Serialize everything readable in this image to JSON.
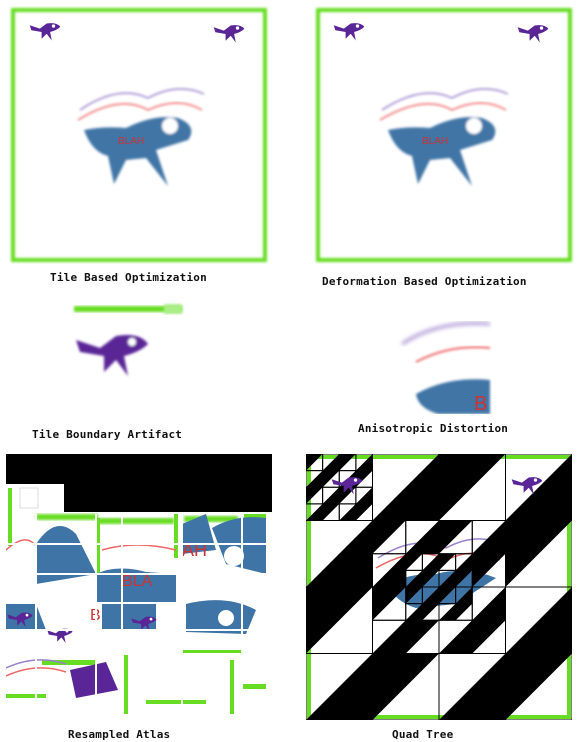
{
  "captions": {
    "tile_based": "Tile Based Optimization",
    "deformation_based": "Deformation Based Optimization",
    "tile_boundary": "Tile Boundary Artifact",
    "anisotropic": "Anisotropic Distortion",
    "resampled_atlas": "Resampled Atlas",
    "quad_tree": "Quad Tree"
  },
  "texture_text": "BLAH",
  "colors": {
    "border_green": "#66dd22",
    "fish_blue": "#3f74a6",
    "bird_purple": "#5a2596",
    "stroke_red": "#ee6666",
    "stroke_purple": "#9a80cc",
    "text_red": "#cc3333"
  }
}
